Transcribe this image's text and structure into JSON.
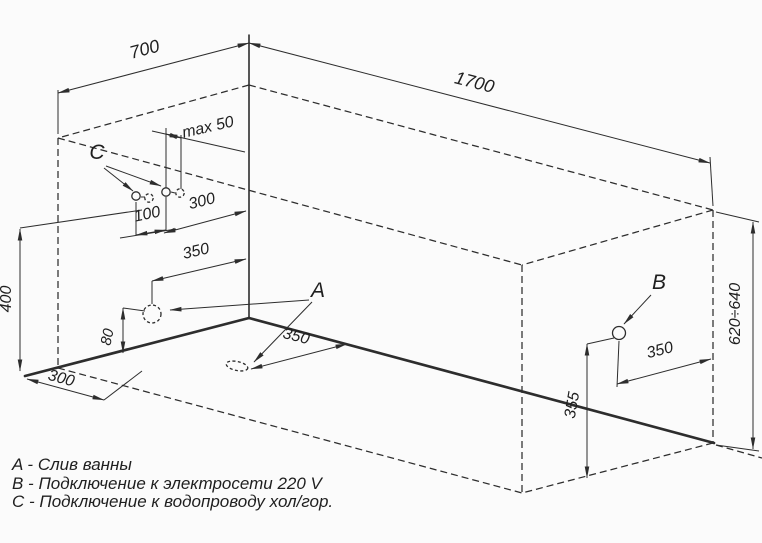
{
  "drawing": {
    "dims": {
      "end_width": "700",
      "length": "1700",
      "rim_max_offset": "max 50",
      "c_pair_spacing": "100",
      "c_to_corner": "300",
      "a_wall_offset": "350",
      "a_wall_height": "80",
      "a_floor_offset": "350",
      "left_height": "400",
      "left_floor_offset": "300",
      "b_offset": "350",
      "b_height": "355",
      "overall_height": "620÷640"
    },
    "callouts": {
      "a": "A",
      "b": "B",
      "c": "C"
    },
    "legend": [
      "A - Слив ванны",
      "B - Подключение к электросети 220 V",
      "C - Подключение к водопроводу хол/гор."
    ]
  },
  "colors": {
    "line": "#2d2d2d",
    "background": "#fbfbfb"
  }
}
